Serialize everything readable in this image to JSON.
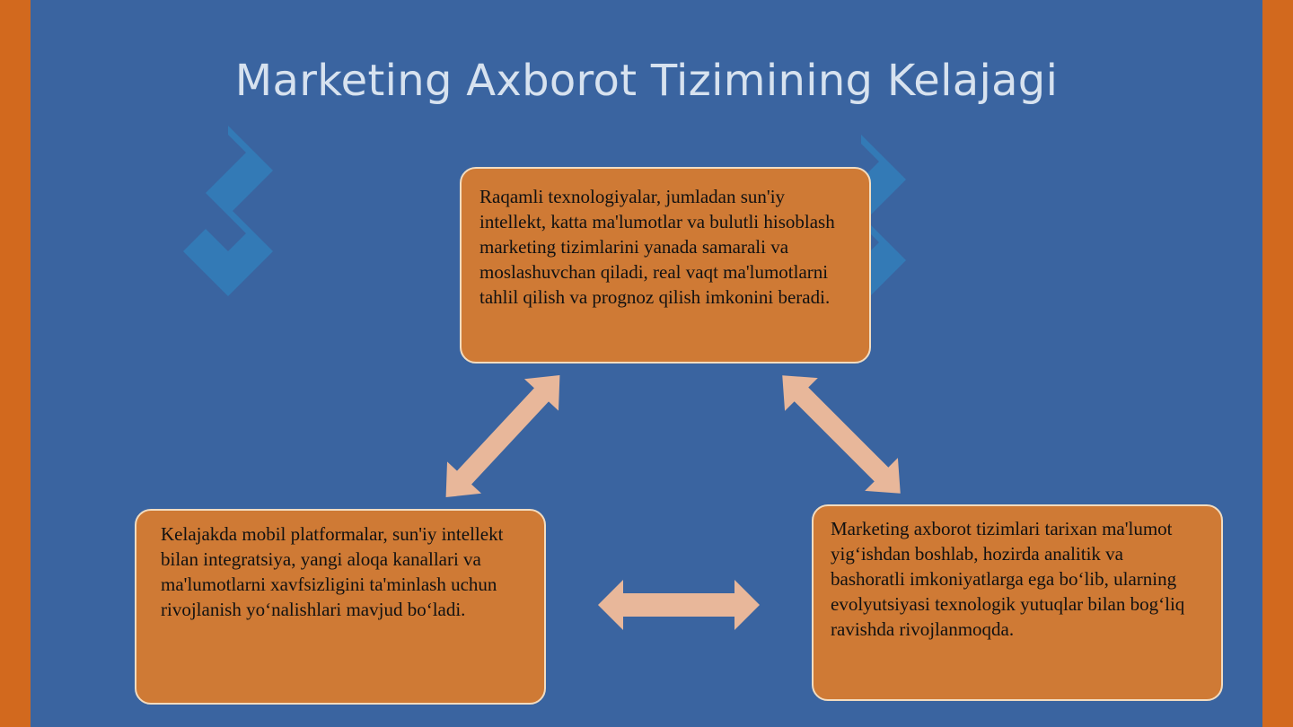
{
  "title": "Marketing Axborot Tizimining Kelajagi",
  "colors": {
    "frame": "#d2691e",
    "slide_background": "#3a64a0",
    "box_fill": "#cf7a35",
    "box_border": "#f2dcc0",
    "arrow": "#e8b79a",
    "title_text": "#d7e2ef"
  },
  "nodes": {
    "top": "Raqamli texnologiyalar, jumladan sun'iy intellekt, katta ma'lumotlar va bulutli hisoblash marketing tizimlarini yanada samarali va moslashuvchan qiladi, real vaqt ma'lumotlarni tahlil qilish va prognoz qilish imkonini beradi.",
    "left": "Kelajakda mobil platformalar, sun'iy intellekt bilan integratsiya, yangi aloqa kanallari va ma'lumotlarni xavfsizligini ta'minlash uchun rivojlanish yo‘nalishlari mavjud bo‘ladi.",
    "right": "Marketing axborot tizimlari tarixan ma'lumot yig‘ishdan boshlab, hozirda analitik va bashoratli imkoniyatlarga ega bo‘lib, ularning evolyutsiyasi texnologik yutuqlar bilan bog‘liq ravishda rivojlanmoqda."
  },
  "edges": [
    {
      "from": "top",
      "to": "left",
      "type": "double-arrow"
    },
    {
      "from": "top",
      "to": "right",
      "type": "double-arrow"
    },
    {
      "from": "left",
      "to": "right",
      "type": "double-arrow"
    }
  ],
  "icons": [
    "watermark-logo-icon"
  ]
}
